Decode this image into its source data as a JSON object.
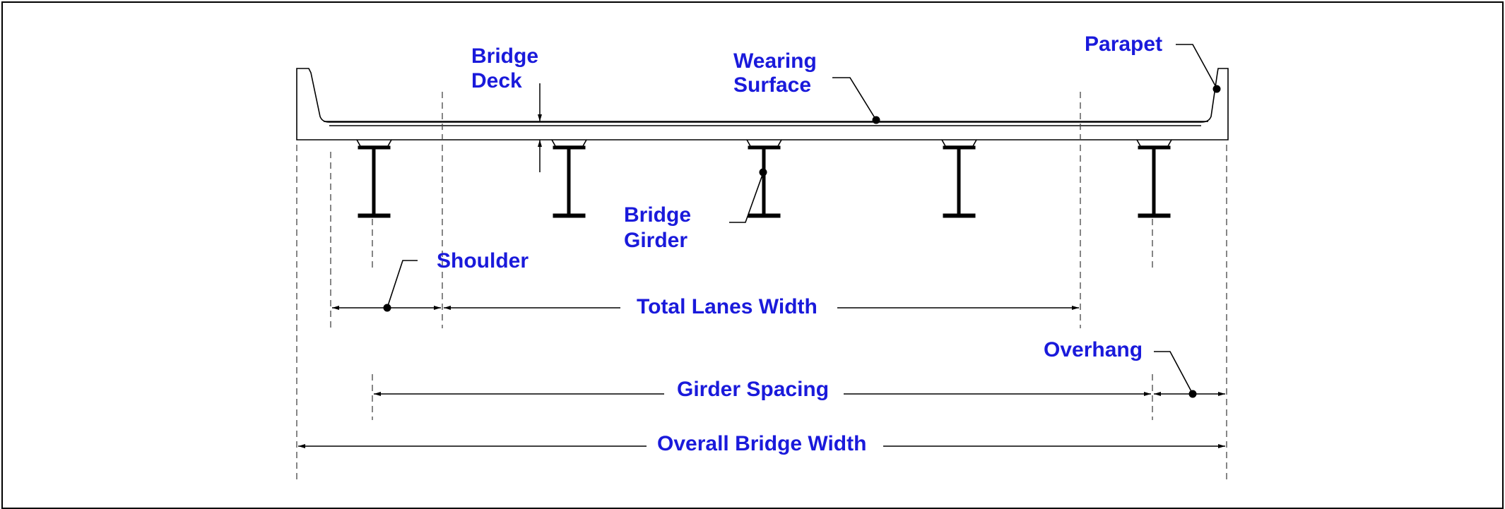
{
  "diagram": {
    "labels": {
      "bridge_deck_line1": "Bridge",
      "bridge_deck_line2": "Deck",
      "wearing_surface_line1": "Wearing",
      "wearing_surface_line2": "Surface",
      "parapet": "Parapet",
      "bridge_girder_line1": "Bridge",
      "bridge_girder_line2": "Girder",
      "shoulder": "Shoulder",
      "total_lanes_width": "Total Lanes Width",
      "overhang": "Overhang",
      "girder_spacing": "Girder Spacing",
      "overall_bridge_width": "Overall Bridge Width"
    },
    "colors": {
      "label": "#1a1adb",
      "line": "#000000"
    },
    "girder_count": 5
  }
}
